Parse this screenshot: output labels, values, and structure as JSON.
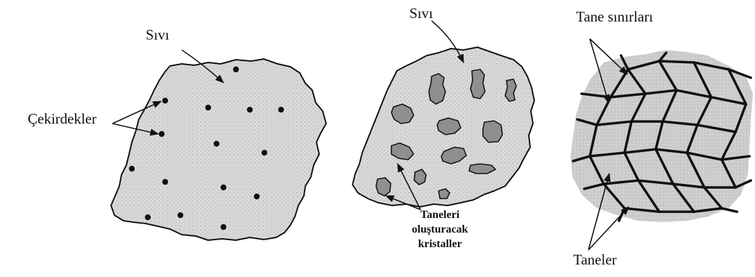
{
  "panel_1": {
    "liquid_label": "Sıvı",
    "nuclei_label": "Çekirdekler"
  },
  "panel_2": {
    "liquid_label": "Sıvı",
    "crystals_label": [
      "Taneleri",
      "oluşturacak",
      "kristaller"
    ]
  },
  "panel_3": {
    "grain_boundaries_label": "Tane sınırları",
    "grains_label": "Taneler"
  },
  "colors": {
    "liquid_fill": "#d8d8d8",
    "crystal_fill": "#8f8f8f",
    "grain_fill": "#cdcdcd",
    "outline": "#111111"
  }
}
